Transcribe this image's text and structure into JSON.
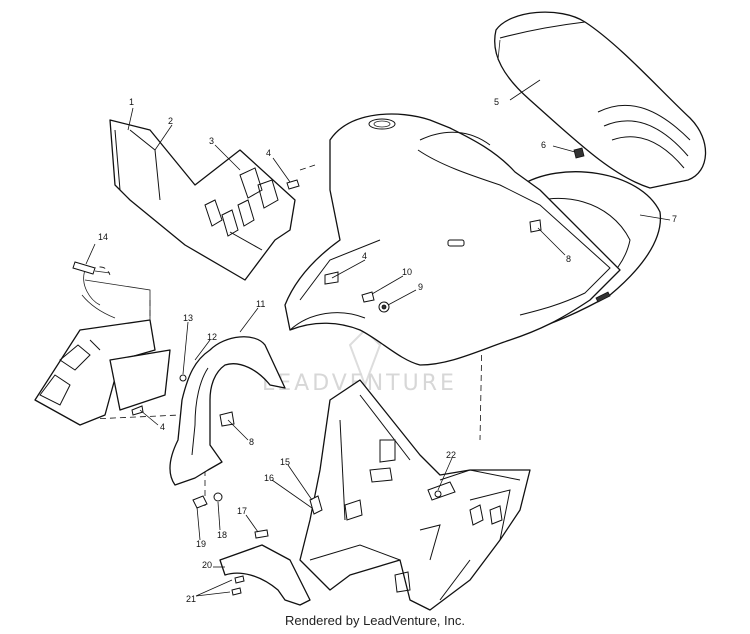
{
  "watermark": "LEADVENTURE",
  "credit": "Rendered by LeadVenture, Inc.",
  "callouts": [
    "1",
    "2",
    "3",
    "4",
    "5",
    "6",
    "7",
    "8",
    "4",
    "10",
    "9",
    "11",
    "12",
    "13",
    "14",
    "4",
    "8",
    "15",
    "16",
    "22",
    "17",
    "18",
    "19",
    "20",
    "21"
  ]
}
